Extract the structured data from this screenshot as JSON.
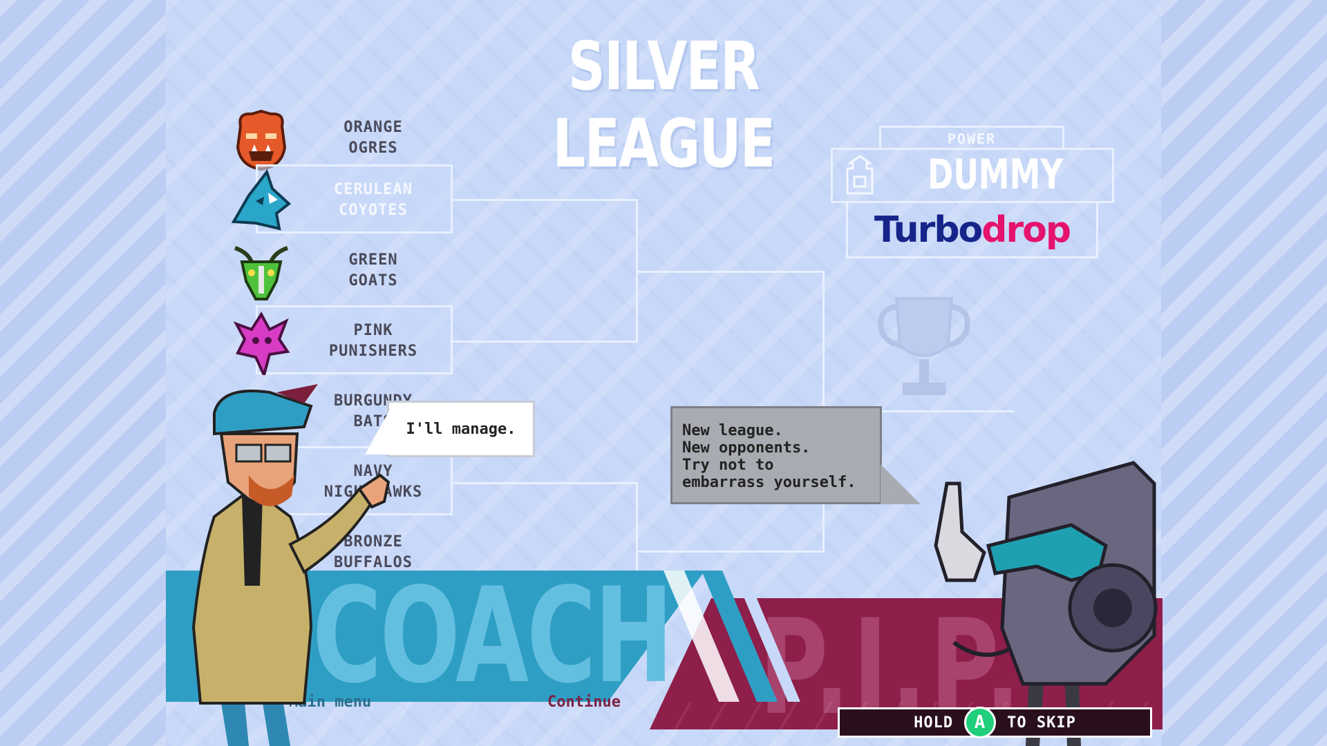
{
  "league": {
    "title": "SILVER LEAGUE"
  },
  "teams": [
    {
      "name": "ORANGE\nOGRES",
      "icon": "ogre-icon",
      "color": "#e5592a"
    },
    {
      "name": "CERULEAN\nCOYOTES",
      "icon": "coyote-icon",
      "color": "#2aa6c9"
    },
    {
      "name": "GREEN\nGOATS",
      "icon": "goat-icon",
      "color": "#4fc23b"
    },
    {
      "name": "PINK\nPUNISHERS",
      "icon": "punisher-icon",
      "color": "#d83cc4"
    },
    {
      "name": "BURGUNDY\nBATS",
      "icon": "bat-icon",
      "color": "#7c1f3c"
    },
    {
      "name": "NAVY\nNIGHTHAWKS",
      "icon": "nighthawk-icon",
      "color": "#1d2f6b"
    },
    {
      "name": "BRONZE\nBUFFALOS",
      "icon": "buffalo-icon",
      "color": "#9a6a3a"
    }
  ],
  "power": {
    "label": "POWER",
    "name": "DUMMY",
    "icon": "dummy-icon"
  },
  "sponsor": {
    "part1": "Turbo",
    "part2": "drop"
  },
  "dialogue": {
    "coach": "I'll manage.",
    "pip": "New league.\nNew opponents.\nTry not to\nembarrass yourself."
  },
  "banners": {
    "left": "COACH",
    "right": "P.I.P."
  },
  "hints": {
    "main_menu": "Main menu",
    "continue": "Continue",
    "skip_prefix": "HOLD",
    "skip_button": "A",
    "skip_suffix": "TO SKIP"
  },
  "colors": {
    "coach_banner": "#2f9ec4",
    "pip_banner": "#8e1e4a",
    "skip_button": "#1fcf7b",
    "sponsor_dark": "#16248a",
    "sponsor_pink": "#e5126e"
  }
}
